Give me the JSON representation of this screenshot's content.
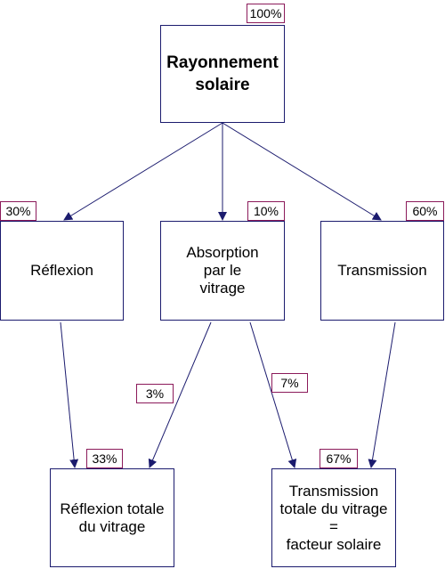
{
  "nodes": {
    "solar": {
      "label": "Rayonnement\nsolaire",
      "percent": "100%"
    },
    "reflexion": {
      "label": "Réflexion",
      "percent": "30%"
    },
    "absorption": {
      "label": "Absorption\npar le\nvitrage",
      "percent": "10%"
    },
    "transmission": {
      "label": "Transmission",
      "percent": "60%"
    },
    "reflexion_totale": {
      "label": "Réflexion totale\ndu vitrage",
      "percent": "33%"
    },
    "transmission_totale": {
      "label": "Transmission\ntotale du vitrage\n=\nfacteur solaire",
      "percent": "67%"
    }
  },
  "edges": [
    {
      "from": "solar",
      "to": "reflexion"
    },
    {
      "from": "solar",
      "to": "absorption"
    },
    {
      "from": "solar",
      "to": "transmission"
    },
    {
      "from": "reflexion",
      "to": "reflexion_totale"
    },
    {
      "from": "absorption",
      "to": "reflexion_totale",
      "label": "3%"
    },
    {
      "from": "absorption",
      "to": "transmission_totale",
      "label": "7%"
    },
    {
      "from": "transmission",
      "to": "transmission_totale"
    }
  ],
  "colors": {
    "edge": "#1b1b6e",
    "node_border": "#1b1b6e",
    "percent_border": "#8b1a5a"
  }
}
